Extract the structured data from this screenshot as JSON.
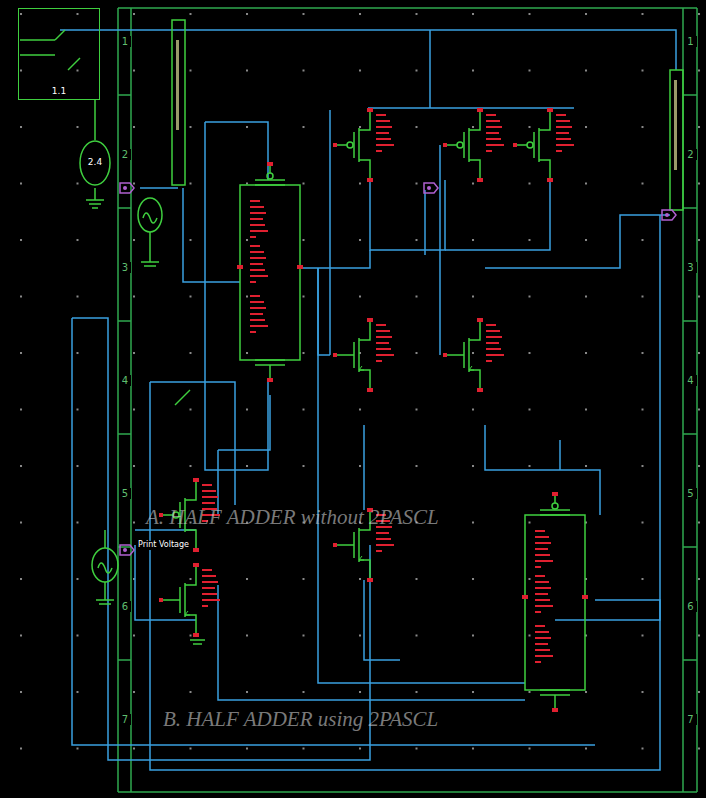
{
  "diagram": {
    "nodes": [
      {
        "text": [
          "1.1"
        ]
      },
      {
        "text": [
          "2.4"
        ]
      }
    ],
    "edges": [
      {
        "from": 0,
        "to": 1,
        "arrow": "none"
      }
    ],
    "labels": [
      "1",
      "2",
      "3",
      "4",
      "5",
      "6",
      "7",
      "1",
      "2",
      "3",
      "4",
      "5",
      "6",
      "7",
      "Print Voltage",
      "A. HALF ADDER without 2PASCL",
      "B. HALF ADDER using 2PASCL"
    ]
  }
}
